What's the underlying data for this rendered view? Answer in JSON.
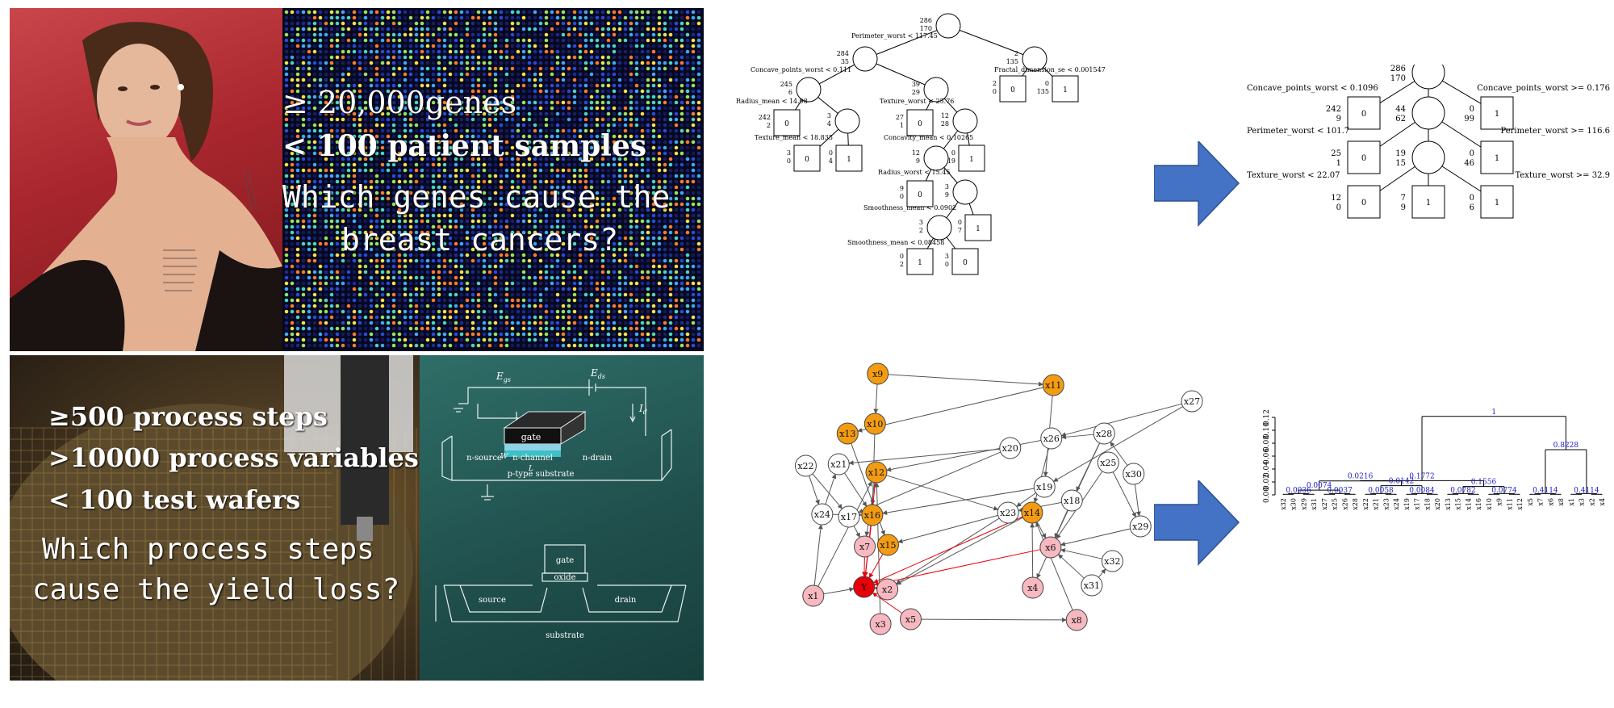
{
  "top_left": {
    "lines": [
      "≥ 20,000genes",
      "< 100 patient samples",
      "Which genes cause the",
      "breast cancers?"
    ]
  },
  "bottom_left": {
    "lines": [
      "≥500 process steps",
      ">10000 process variables",
      "< 100 test wafers",
      "Which process steps",
      "cause the yield loss?"
    ],
    "mosfet_labels": {
      "egs": "E",
      "egs_sub": "gs",
      "eds": "E",
      "eds_sub": "ds",
      "id": "I",
      "id_sub": "d",
      "gate": "gate",
      "nsource": "n-source",
      "nchannel": "n-channel",
      "ndrain": "n-drain",
      "psub": "p-type substrate",
      "w": "W",
      "l": "L",
      "gate2": "gate",
      "oxide": "oxide",
      "source": "source",
      "drain": "drain",
      "substrate": "substrate"
    }
  },
  "tree_big": {
    "nodes": [
      {
        "id": "n0",
        "counts": [
          "286",
          "170"
        ]
      },
      {
        "id": "n1",
        "counts": [
          "284",
          "35"
        ]
      },
      {
        "id": "n2",
        "counts": [
          "2",
          "135"
        ]
      },
      {
        "id": "n3",
        "counts": [
          "245",
          "6"
        ]
      },
      {
        "id": "n4",
        "counts": [
          "39",
          "29"
        ]
      },
      {
        "id": "n5",
        "counts": [
          "2",
          "0"
        ],
        "leaf": "0"
      },
      {
        "id": "n6",
        "counts": [
          "0",
          "135"
        ],
        "leaf": "1"
      },
      {
        "id": "n7",
        "counts": [
          "242",
          "2"
        ],
        "leaf": "0"
      },
      {
        "id": "n8",
        "counts": [
          "3",
          "4"
        ]
      },
      {
        "id": "n9",
        "counts": [
          "27",
          "1"
        ],
        "leaf": "0"
      },
      {
        "id": "n10",
        "counts": [
          "12",
          "28"
        ]
      },
      {
        "id": "n11",
        "counts": [
          "3",
          "0"
        ],
        "leaf": "0"
      },
      {
        "id": "n12",
        "counts": [
          "0",
          "4"
        ],
        "leaf": "1"
      },
      {
        "id": "n13",
        "counts": [
          "12",
          "9"
        ]
      },
      {
        "id": "n14",
        "counts": [
          "0",
          "19"
        ],
        "leaf": "1"
      },
      {
        "id": "n15",
        "counts": [
          "9",
          "0"
        ],
        "leaf": "0"
      },
      {
        "id": "n16",
        "counts": [
          "3",
          "9"
        ]
      },
      {
        "id": "n17",
        "counts": [
          "3",
          "2"
        ]
      },
      {
        "id": "n18",
        "counts": [
          "0",
          "7"
        ],
        "leaf": "1"
      },
      {
        "id": "n19",
        "counts": [
          "0",
          "2"
        ],
        "leaf": "1"
      },
      {
        "id": "n20",
        "counts": [
          "3",
          "0"
        ],
        "leaf": "0"
      }
    ],
    "splits": [
      "Perimeter_worst < 117.45",
      "Concave_points_worst < 0.111",
      "Fractal_dimension_se < 0.001547",
      "Radius_mean < 14.98",
      "Texture_worst < 25.76",
      "Texture_mean < 18.835",
      "Concavity_mean < 0.10265",
      "Radius_worst < 15.45",
      "Smoothness_mean < 0.0902",
      "Smoothness_mean < 0.08458"
    ]
  },
  "tree_small": {
    "root_counts": [
      "286",
      "170"
    ],
    "splits_left": [
      "Concave_points_worst < 0.1096",
      "Perimeter_worst < 101.7",
      "Texture_worst < 22.07"
    ],
    "splits_right": [
      "Concave_points_worst >= 0.176",
      "Perimeter_worst >= 116.6",
      "Texture_worst >= 32.9"
    ],
    "mid_counts": [
      [
        "44",
        "62"
      ],
      [
        "19",
        "15"
      ]
    ],
    "leaves": [
      {
        "counts": [
          "242",
          "9"
        ],
        "label": "0"
      },
      {
        "counts": [
          "0",
          "99"
        ],
        "label": "1"
      },
      {
        "counts": [
          "25",
          "1"
        ],
        "label": "0"
      },
      {
        "counts": [
          "0",
          "46"
        ],
        "label": "1"
      },
      {
        "counts": [
          "12",
          "0"
        ],
        "label": "0"
      },
      {
        "counts": [
          "7",
          "9"
        ],
        "label": "1"
      },
      {
        "counts": [
          "0",
          "6"
        ],
        "label": "1"
      }
    ]
  },
  "network": {
    "nodes": [
      {
        "id": "x9",
        "color": "orange"
      },
      {
        "id": "x11",
        "color": "orange"
      },
      {
        "id": "x27",
        "color": "white"
      },
      {
        "id": "x13",
        "color": "orange"
      },
      {
        "id": "x10",
        "color": "orange"
      },
      {
        "id": "x26",
        "color": "white"
      },
      {
        "id": "x28",
        "color": "white"
      },
      {
        "id": "x20",
        "color": "white"
      },
      {
        "id": "x25",
        "color": "white"
      },
      {
        "id": "x22",
        "color": "white"
      },
      {
        "id": "x21",
        "color": "white"
      },
      {
        "id": "x12",
        "color": "orange"
      },
      {
        "id": "x30",
        "color": "white"
      },
      {
        "id": "x19",
        "color": "white"
      },
      {
        "id": "x18",
        "color": "white"
      },
      {
        "id": "x24",
        "color": "white"
      },
      {
        "id": "x17",
        "color": "white"
      },
      {
        "id": "x16",
        "color": "orange"
      },
      {
        "id": "x23",
        "color": "white"
      },
      {
        "id": "x14",
        "color": "orange"
      },
      {
        "id": "x29",
        "color": "white"
      },
      {
        "id": "x7",
        "color": "pink"
      },
      {
        "id": "x15",
        "color": "orange"
      },
      {
        "id": "x6",
        "color": "pink"
      },
      {
        "id": "x32",
        "color": "white"
      },
      {
        "id": "x31",
        "color": "white"
      },
      {
        "id": "x1",
        "color": "pink"
      },
      {
        "id": "Y",
        "color": "red"
      },
      {
        "id": "x2",
        "color": "pink"
      },
      {
        "id": "x4",
        "color": "pink"
      },
      {
        "id": "x3",
        "color": "pink"
      },
      {
        "id": "x5",
        "color": "pink"
      },
      {
        "id": "x8",
        "color": "pink"
      }
    ],
    "colors": {
      "orange": "#f39c12",
      "pink": "#f7b8c0",
      "red": "#e8000b",
      "white": "#ffffff"
    }
  },
  "dendrogram": {
    "y_ticks": [
      "0.00",
      "0.02",
      "0.04",
      "0.06",
      "0.08",
      "0.10",
      "0.12"
    ],
    "ylim": [
      0,
      0.125
    ],
    "leaves": [
      "x32",
      "x30",
      "x29",
      "x31",
      "x27",
      "x25",
      "x26",
      "x28",
      "x22",
      "x21",
      "x23",
      "x24",
      "x19",
      "x17",
      "x18",
      "x20",
      "x13",
      "x15",
      "x14",
      "x16",
      "x10",
      "x9",
      "x11",
      "x12",
      "x5",
      "x7",
      "x6",
      "x8",
      "x1",
      "x3",
      "x2",
      "x4"
    ],
    "merge_labels": [
      "1",
      "0.8228",
      "0.1772",
      "0.1556",
      "0.0216",
      "0.0074",
      "0.0142",
      "0.0036",
      "0.0037",
      "0.0058",
      "0.0084",
      "0.0782",
      "0.0774",
      "0.4114",
      "0.4114"
    ],
    "label_color": "#1a1acc"
  },
  "arrows": {
    "color": "#4472c4"
  }
}
